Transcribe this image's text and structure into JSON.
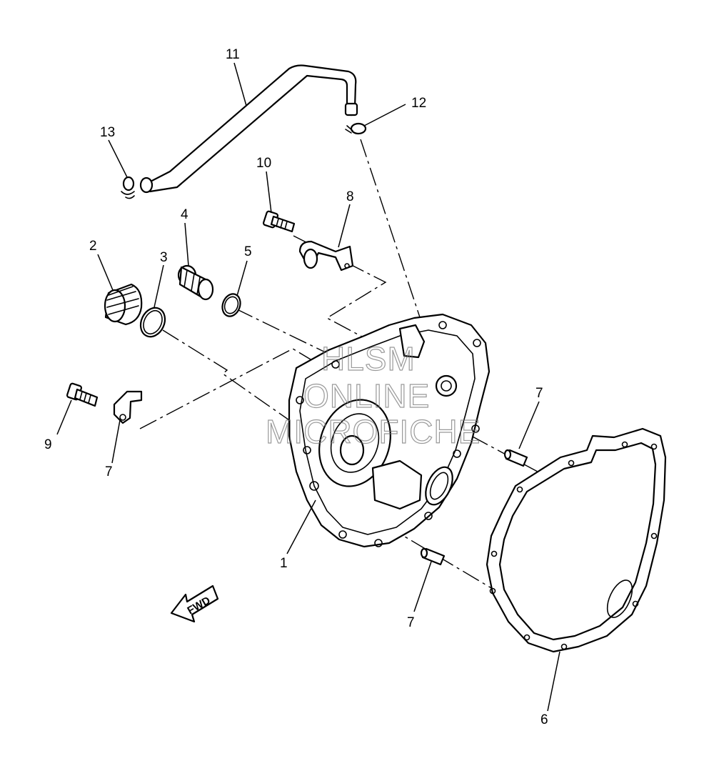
{
  "callouts": [
    {
      "id": "c1",
      "text": "1"
    },
    {
      "id": "c2",
      "text": "2"
    },
    {
      "id": "c3",
      "text": "3"
    },
    {
      "id": "c4",
      "text": "4"
    },
    {
      "id": "c5",
      "text": "5"
    },
    {
      "id": "c6",
      "text": "6"
    },
    {
      "id": "c7a",
      "text": "7"
    },
    {
      "id": "c7b",
      "text": "7"
    },
    {
      "id": "c8",
      "text": "8"
    },
    {
      "id": "c9",
      "text": "9"
    },
    {
      "id": "c10",
      "text": "10"
    },
    {
      "id": "c11",
      "text": "11"
    },
    {
      "id": "c12",
      "text": "12"
    },
    {
      "id": "c13",
      "text": "13"
    },
    {
      "id": "c14",
      "text": "14"
    }
  ],
  "direction_arrow": {
    "text": "FWD"
  },
  "watermark": {
    "line1": "HLSM",
    "line2": "ONLINE",
    "line3": "MICROFICHE"
  }
}
